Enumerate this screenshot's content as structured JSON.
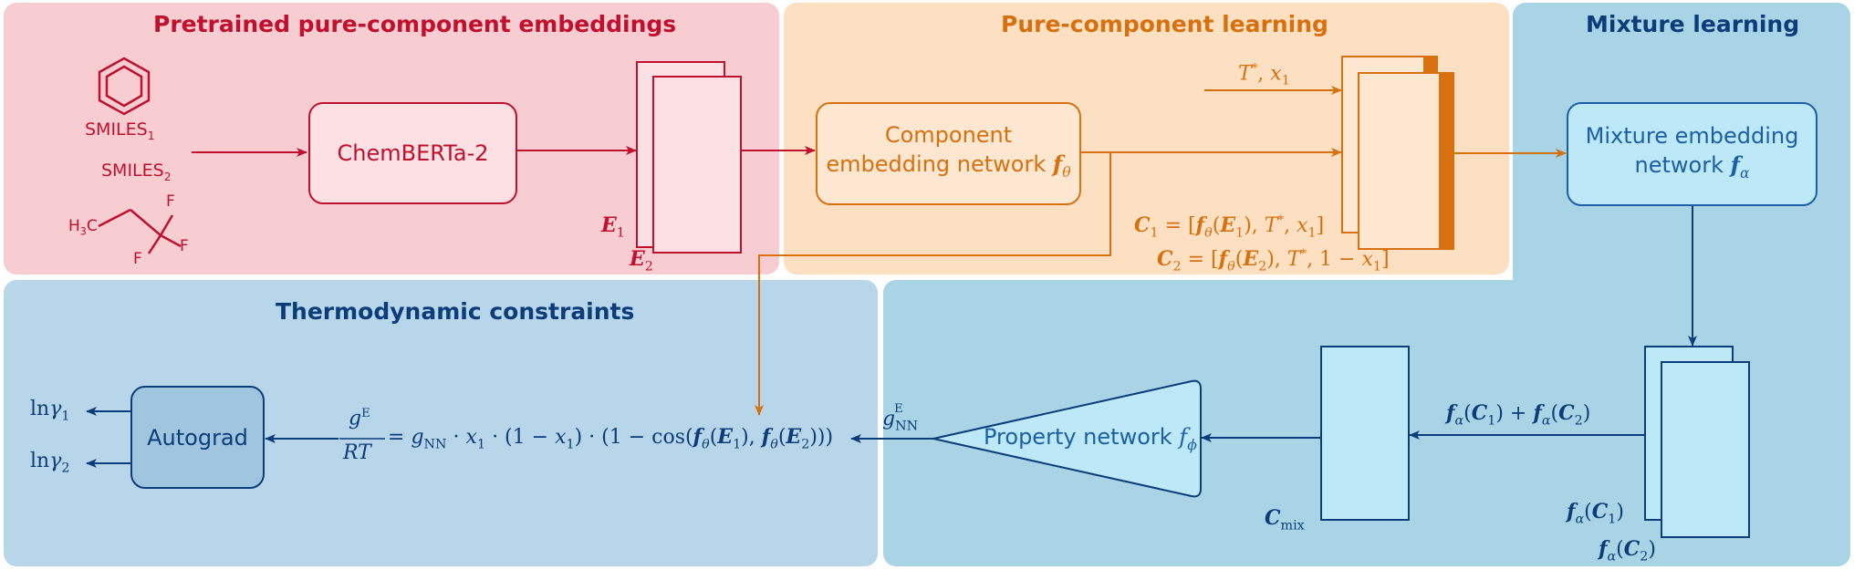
{
  "panels": {
    "pretrained_title": "Pretrained pure-component embeddings",
    "pure_title": "Pure-component learning",
    "mixture_title": "Mixture learning",
    "thermo_title": "Thermodynamic constraints"
  },
  "inputs": {
    "smiles1_base": "SMILES",
    "smiles1_sub": "1",
    "smiles2_base": "SMILES",
    "smiles2_sub": "2",
    "molecule_h": "H",
    "molecule_3": "3",
    "molecule_c": "C",
    "molecule_f": "F"
  },
  "boxes": {
    "chemberta": "ChemBERTa-2",
    "component_line1": "Component",
    "component_line2": "embedding network",
    "mixture_line1": "Mixture embedding",
    "mixture_line2": "network",
    "property": "Property network",
    "autograd": "Autograd"
  },
  "symbols": {
    "E": "E",
    "one": "1",
    "two": "2",
    "f": "f",
    "theta": "θ",
    "alpha": "α",
    "phi": "ϕ",
    "T": "T",
    "star": "*",
    "x": "x",
    "C": "C",
    "mix": "mix",
    "g": "g",
    "E_sup": "E",
    "NN": "NN",
    "RT": "RT",
    "ln": "ln",
    "gamma": "γ"
  },
  "formulas": {
    "t_input": ", ",
    "c1_prefix": " = [",
    "c1_mid": "(",
    "c1_suffix": "), ",
    "c1_end": ", ",
    "c1_close": "]",
    "c2_end": ", 1 − ",
    "sum_plus": " + ",
    "ge_eq": " = ",
    "ge_rhs1": " · ",
    "ge_rhs2": " · (1 − ",
    "ge_rhs3": ") · (1 − cos(",
    "ge_rhs4": "), ",
    "ge_rhs5": ")))",
    "paren_open": "(",
    "paren_close": ")"
  },
  "colors": {
    "red": "#c0102e",
    "orange": "#d7700f",
    "blue_dark": "#0b3d7a",
    "blue_mid": "#1b5fa8",
    "panel_red": "#f7cdd2",
    "panel_orange": "#fde0c2",
    "panel_blue": "#a9d4e6",
    "panel_blue2": "#b8d6ea"
  }
}
